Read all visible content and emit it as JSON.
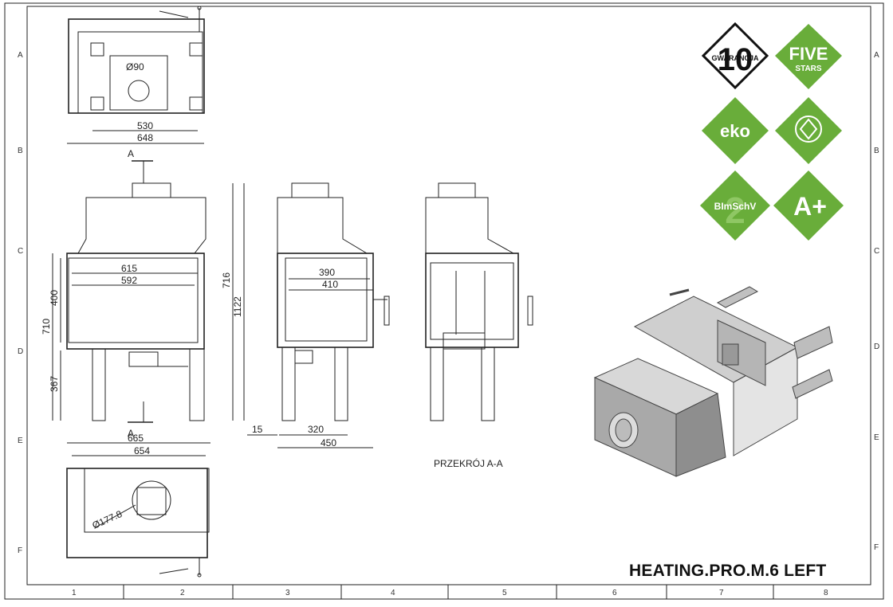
{
  "grid": {
    "cols": [
      "1",
      "2",
      "3",
      "4",
      "5",
      "6",
      "7",
      "8"
    ],
    "rows": [
      "A",
      "B",
      "C",
      "D",
      "E",
      "F"
    ]
  },
  "views": {
    "top_view": {
      "hole_dia": "Ø90",
      "dim_inner": "530",
      "dim_outer": "648"
    },
    "front_view": {
      "section_mark_top": "A",
      "section_mark_bottom": "A",
      "dim_615": "615",
      "dim_592": "592",
      "dim_400": "400",
      "dim_710": "710",
      "dim_367": "367",
      "dim_716": "716",
      "dim_1122": "1122"
    },
    "side_view": {
      "dim_390": "390",
      "dim_410": "410",
      "dim_15": "15",
      "dim_320": "320",
      "dim_450": "450"
    },
    "bottom_view": {
      "dim_665": "665",
      "dim_654": "654",
      "outlet_dia": "Ø177.8"
    },
    "section_label": "PRZEKRÓJ A-A"
  },
  "badges": [
    {
      "name": "warranty",
      "big": "10",
      "small": "GWARANCJA",
      "color": "#ffffff"
    },
    {
      "name": "five-stars",
      "big": "FIVE",
      "small": "STARS",
      "color": "#69ad3a"
    },
    {
      "name": "eko",
      "big": "eko",
      "small": "",
      "color": "#69ad3a"
    },
    {
      "name": "heat-symbol",
      "big": "",
      "small": "",
      "color": "#69ad3a"
    },
    {
      "name": "bimschv",
      "big": "2",
      "small": "BImSchV",
      "color": "#69ad3a"
    },
    {
      "name": "a-plus",
      "big": "A+",
      "small": "",
      "color": "#69ad3a"
    }
  ],
  "title": "HEATING.PRO.M.6 LEFT"
}
